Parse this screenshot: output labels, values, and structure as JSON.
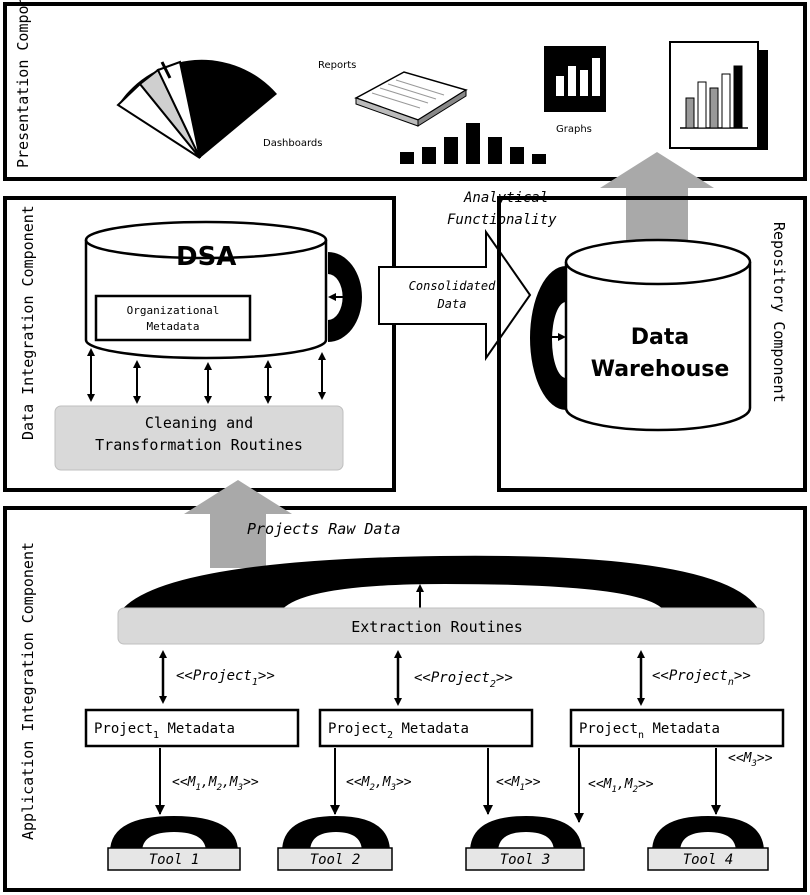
{
  "components": {
    "presentation": "Presentation Component",
    "data_integration": "Data Integration Component",
    "repository": "Repository Component",
    "application_integration": "Application Integration Component"
  },
  "presentation_items": {
    "dashboards": "Dashboards",
    "reports": "Reports",
    "graphs": "Graphs"
  },
  "analytical_functionality": [
    "Analytical",
    "Functionality"
  ],
  "dsa": {
    "title": "DSA",
    "metadata": [
      "Organizational",
      "Metadata"
    ]
  },
  "cleaning": [
    "Cleaning and",
    "Transformation Routines"
  ],
  "consolidated": [
    "Consolidated",
    "Data"
  ],
  "warehouse": [
    "Data",
    "Warehouse"
  ],
  "projects_raw_data": "Projects Raw Data",
  "extraction": "Extraction Routines",
  "project_labels": {
    "p1": {
      "prefix": "<<Project",
      "sub": "1",
      "suffix": ">>"
    },
    "p2": {
      "prefix": "<<Project",
      "sub": "2",
      "suffix": ">>"
    },
    "pn": {
      "prefix": "<<Project",
      "sub": "n",
      "suffix": ">>"
    }
  },
  "metadata_boxes": {
    "m1": {
      "a": "Project",
      "sub": "1",
      "b": " Metadata"
    },
    "m2": {
      "a": "Project",
      "sub": "2",
      "b": " Metadata"
    },
    "mn": {
      "a": "Project",
      "sub": "n",
      "b": " Metadata"
    }
  },
  "model_labels": {
    "l1": {
      "p0": "<<M",
      "s1": "1",
      "p1": ",M",
      "s2": "2",
      "p2": ",M",
      "s3": "3",
      "p3": ">>"
    },
    "l2": {
      "p0": "<<M",
      "s1": "2",
      "p1": ",M",
      "s2": "3",
      "p2": ">>"
    },
    "l3": {
      "p0": "<<M",
      "s1": "1",
      "p1": ">>"
    },
    "l4": {
      "p0": "<<M",
      "s1": "1",
      "p1": ",M",
      "s2": "2",
      "p2": ">>"
    },
    "l5": {
      "p0": "<<M",
      "s1": "3",
      "p1": ">>"
    }
  },
  "tools": [
    "Tool 1",
    "Tool 2",
    "Tool 3",
    "Tool 4"
  ]
}
